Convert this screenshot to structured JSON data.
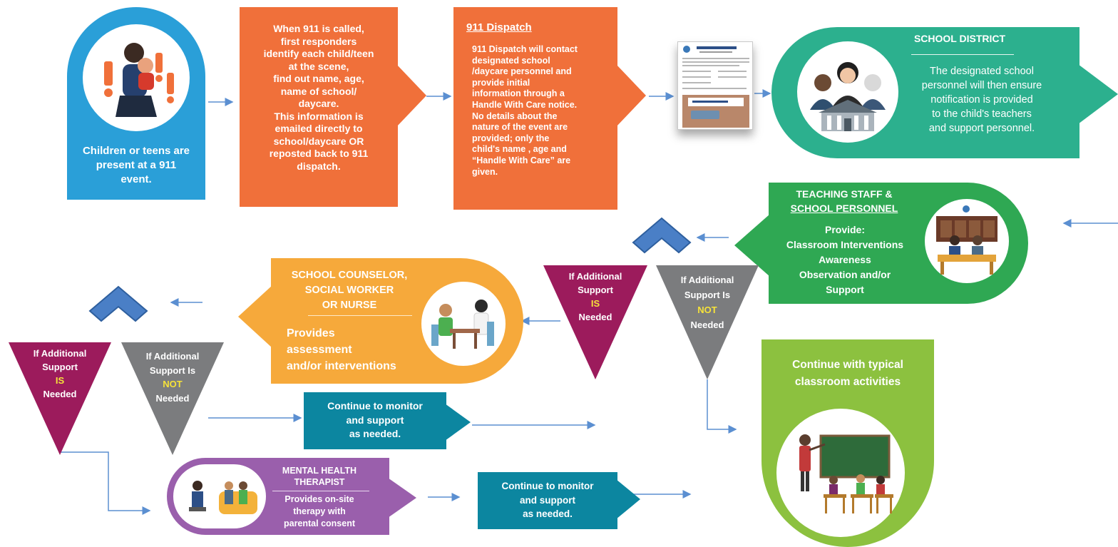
{
  "start": {
    "text": "Children or teens are present at a 911 event."
  },
  "responders": {
    "lines": [
      "When 911 is called,",
      "first responders",
      "identify each child/teen",
      "at the scene,",
      "find out name, age,",
      "name of school/",
      "daycare.",
      "This information is",
      "emailed directly to",
      "school/daycare OR",
      "reposted back to 911",
      "dispatch."
    ]
  },
  "dispatch": {
    "title": "911 Dispatch",
    "lines": [
      "911 Dispatch will contact",
      "designated school",
      "/daycare personnel and",
      "provide initial",
      "information through a",
      "Handle With Care notice.",
      "No details about the",
      "nature of the event are",
      "provided; only the",
      "child's name , age and",
      "“Handle With Care” are",
      "given."
    ]
  },
  "district": {
    "title": "SCHOOL DISTRICT",
    "lines": [
      "The designated school",
      "personnel will then ensure",
      "notification is provided",
      "to the child's teachers",
      "and support personnel."
    ]
  },
  "teaching": {
    "title_1": "TEACHING STAFF &",
    "title_2": "SCHOOL PERSONNEL",
    "lines": [
      "Provide:",
      "Classroom Interventions",
      "Awareness",
      "Observation and/or",
      "Support"
    ]
  },
  "counselor": {
    "title_lines": [
      "SCHOOL COUNSELOR,",
      "SOCIAL WORKER",
      "OR NURSE"
    ],
    "lines": [
      "Provides",
      "assessment",
      "and/or interventions"
    ]
  },
  "triangle_is": {
    "line_1": "If Additional",
    "line_2": "Support",
    "emphasis": "IS",
    "line_3": "Needed"
  },
  "triangle_not": {
    "line_1": "If Additional",
    "line_2": "Support Is",
    "emphasis": "NOT",
    "line_3": "Needed"
  },
  "typical": {
    "lines": [
      "Continue with typical",
      "classroom activities"
    ]
  },
  "monitor": {
    "lines": [
      "Continue to monitor",
      "and support",
      "as needed."
    ]
  },
  "monitor_2": {
    "lines": [
      "Continue to monitor",
      "and support",
      "as needed."
    ]
  },
  "therapist": {
    "title_lines": [
      "MENTAL HEALTH",
      "THERAPIST"
    ],
    "lines": [
      "Provides on-site",
      "therapy with",
      "parental consent"
    ]
  },
  "colors": {
    "blue": "#2a9fd8",
    "orange": "#f0703a",
    "teal": "#2cb08e",
    "green": "#2fa853",
    "amber": "#f6a93b",
    "magenta": "#9c1b5c",
    "gray": "#7b7c7e",
    "lime": "#8cc13f",
    "petrol": "#0c86a0",
    "purple": "#9a5fac",
    "connector": "#5b8fd1"
  }
}
